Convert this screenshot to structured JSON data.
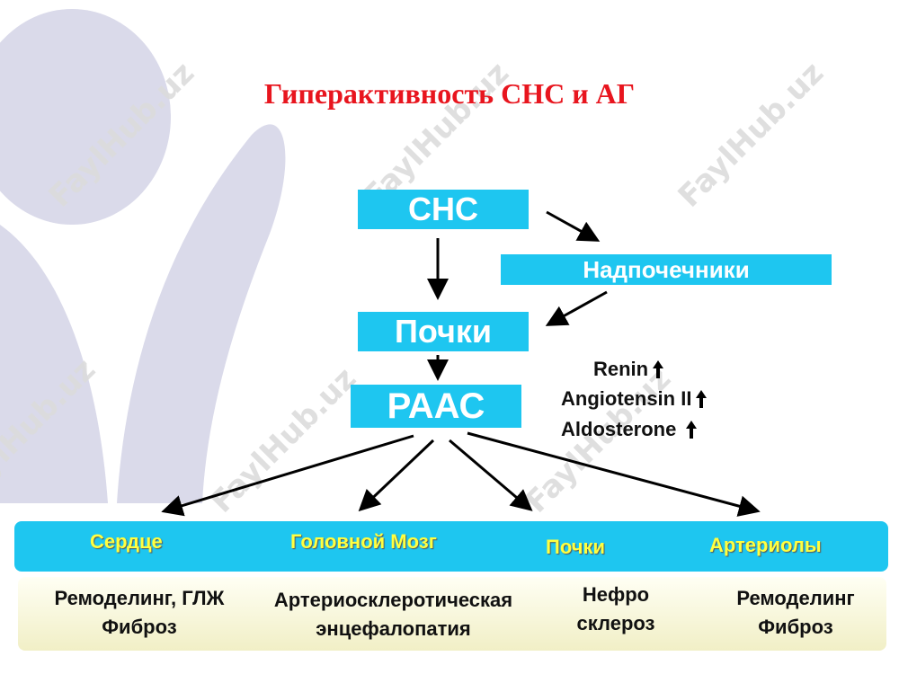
{
  "title": "Гиперактивность СНС и АГ",
  "watermark": "FaylHub.uz",
  "nodes": {
    "cns": "СНС",
    "adrenal": "Надпочечники",
    "kidneys": "Почки",
    "raas": "РААС"
  },
  "hormones": [
    {
      "label": "Renin",
      "trend": "up"
    },
    {
      "label": "Angiotensin II",
      "trend": "up"
    },
    {
      "label": "Aldosterone",
      "trend": "up"
    }
  ],
  "targets": [
    "Сердце",
    "Головной Мозг",
    "Почки",
    "Артериолы"
  ],
  "effects": [
    {
      "line1": "Ремоделинг, ГЛЖ",
      "line2": "Фиброз"
    },
    {
      "line1": "Артериосклеротическая",
      "line2": "энцефалопатия"
    },
    {
      "line1": "Нефро",
      "line2": "склероз"
    },
    {
      "line1": "Ремоделинг",
      "line2": "Фиброз"
    }
  ],
  "colors": {
    "title": "#e8151e",
    "box": "#1ec6f0",
    "target_text": "#ffff40",
    "decor": "#d6d6e6"
  }
}
